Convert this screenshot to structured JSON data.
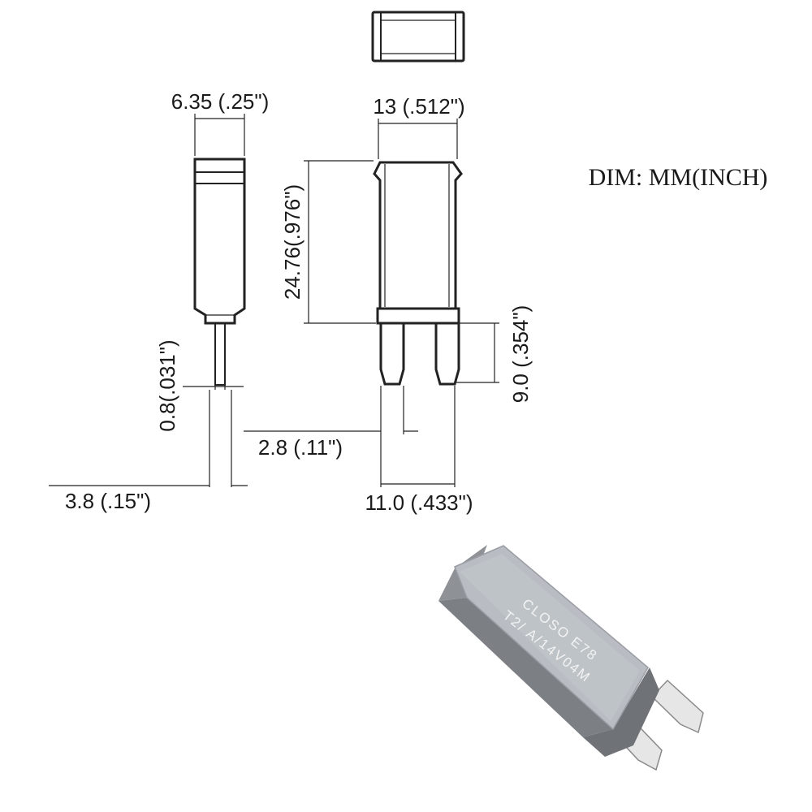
{
  "dimensions": {
    "side_width": "6.35 (.25\")",
    "front_width": "13 (.512\")",
    "body_height": "24.76(.976\")",
    "terminal_thickness": "0.8(.031\")",
    "blade_width": "2.8 (.11\")",
    "blade_length": "9.0 (.354\")",
    "side_terminal_offset": "3.8 (.15\")",
    "blade_spacing": "11.0 (.433\")"
  },
  "units_note": "DIM: MM(INCH)",
  "product_label": {
    "line1": "CLOSO  E78",
    "line2": "T2/  A/14V04M"
  },
  "colors": {
    "line": "#222222",
    "housing": "#8e9196",
    "top_plate": "#b9bdc3",
    "blade": "#e6e6e6"
  }
}
